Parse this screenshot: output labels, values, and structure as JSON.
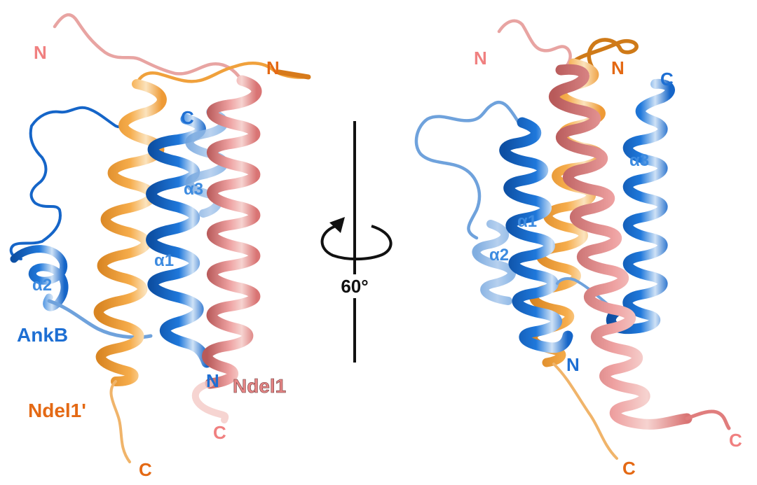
{
  "colors": {
    "ankb": "#1565c8",
    "ankb_light": "#5d98d9",
    "ndel1": "#e07d7d",
    "ndel1_light": "#efb0ad",
    "ndel1_prime": "#f0a13c",
    "ndel1_prime_dark": "#e0701c",
    "helix_inner": "#f2f2f2",
    "label_blue": "#1e6fd3",
    "label_salmon": "#f08080",
    "label_orange": "#e46914",
    "text_dark": "#111111"
  },
  "left_view": {
    "labels": {
      "n_ndel1": "N",
      "n_ndel1_prime": "N",
      "c_ankb": "C",
      "alpha3": "α3",
      "alpha1": "α1",
      "alpha2": "α2",
      "ankb_name": "AnkB",
      "n_ankb": "N",
      "ndel1_name": "Ndel1",
      "ndel1_prime_name": "Ndel1'",
      "c_ndel1": "C",
      "c_ndel1_prime": "C"
    }
  },
  "rotation": {
    "angle_label": "60°",
    "icon": "rotation-arrow-icon"
  },
  "right_view": {
    "labels": {
      "n_ndel1": "N",
      "n_ndel1_prime": "N",
      "c_ankb": "C",
      "alpha3": "α3",
      "alpha1": "α1",
      "alpha2": "α2",
      "n_ankb": "N",
      "c_ndel1_prime": "C",
      "c_ndel1": "C"
    }
  }
}
